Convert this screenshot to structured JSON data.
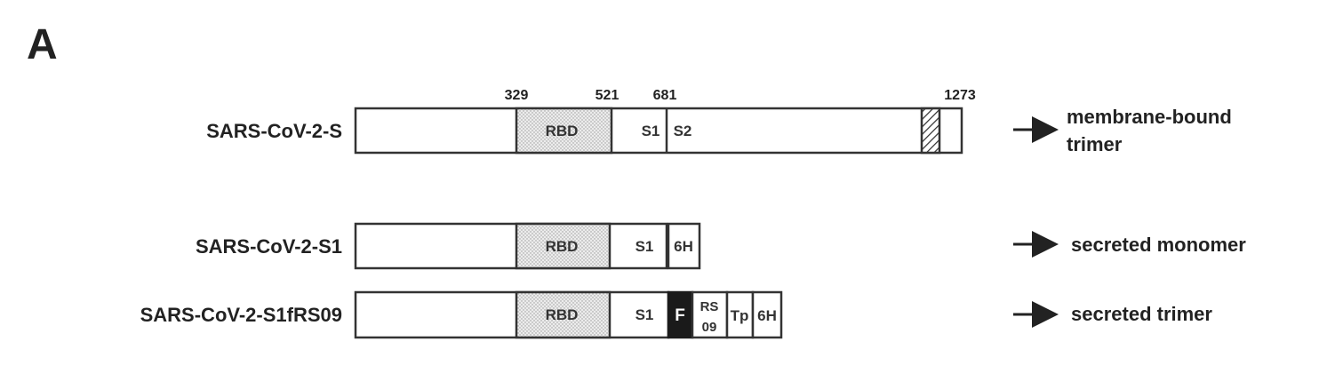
{
  "panel_label": "A",
  "positions": [
    "329",
    "521",
    "681",
    "1273"
  ],
  "constructs": [
    {
      "name": "SARS-CoV-2-S",
      "domains": {
        "rbd": "RBD",
        "s1": "S1",
        "s2": "S2"
      },
      "outcome_line1": "membrane-bound",
      "outcome_line2": "trimer"
    },
    {
      "name": "SARS-CoV-2-S1",
      "domains": {
        "rbd": "RBD",
        "s1": "S1",
        "tag": "6H"
      },
      "outcome_line1": "secreted monomer"
    },
    {
      "name": "SARS-CoV-2-S1fRS09",
      "domains": {
        "rbd": "RBD",
        "s1": "S1",
        "f": "F",
        "rs_line1": "RS",
        "rs_line2": "09",
        "tp": "Tp",
        "tag": "6H"
      },
      "outcome_line1": "secreted trimer"
    }
  ],
  "colors": {
    "stroke": "#333333",
    "fill_dark": "#1a1a1a",
    "rbd_fill": "#e6e6e6"
  }
}
